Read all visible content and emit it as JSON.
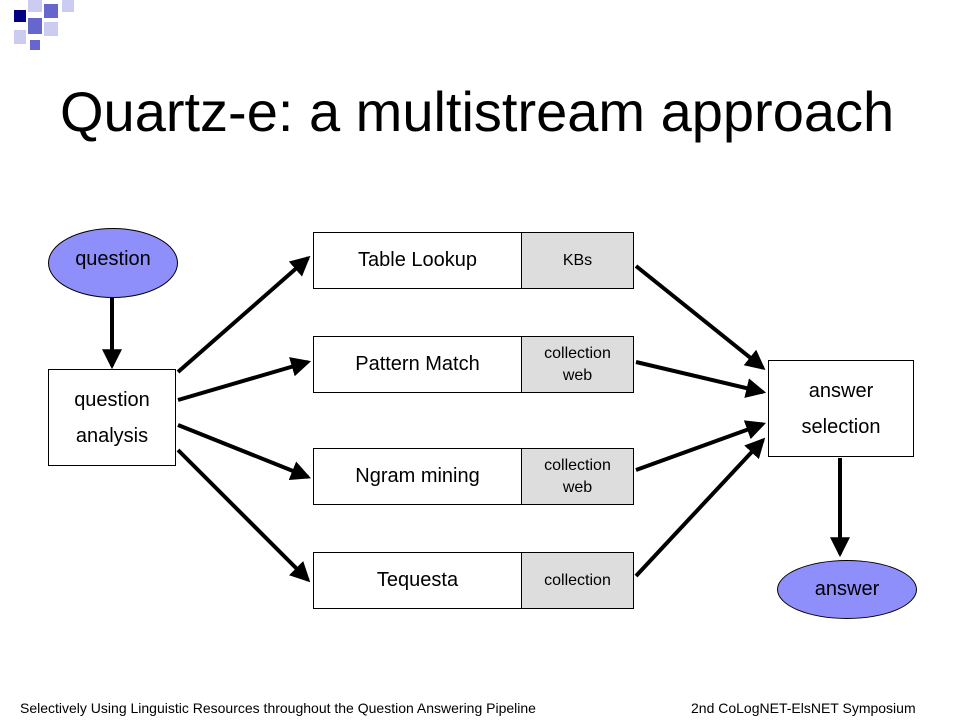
{
  "slide": {
    "title": "Quartz-e: a multistream approach",
    "footer_left": "Selectively Using Linguistic Resources throughout the Question Answering Pipeline",
    "footer_right": "2nd CoLogNET-ElsNET Symposium"
  },
  "diagram": {
    "input": "question",
    "analysis": [
      "question",
      "analysis"
    ],
    "streams": [
      {
        "name": "Table Lookup",
        "resources": [
          "KBs"
        ]
      },
      {
        "name": "Pattern Match",
        "resources": [
          "collection",
          "web"
        ]
      },
      {
        "name": "Ngram mining",
        "resources": [
          "collection",
          "web"
        ]
      },
      {
        "name": "Tequesta",
        "resources": [
          "collection"
        ]
      }
    ],
    "selection": [
      "answer",
      "selection"
    ],
    "output": "answer"
  },
  "colors": {
    "oval_fill": "#8f8ffb",
    "resource_fill": "#dddddd",
    "logo_navy": "#000080",
    "logo_blue": "#6666cc",
    "logo_light": "#ccccf0"
  }
}
